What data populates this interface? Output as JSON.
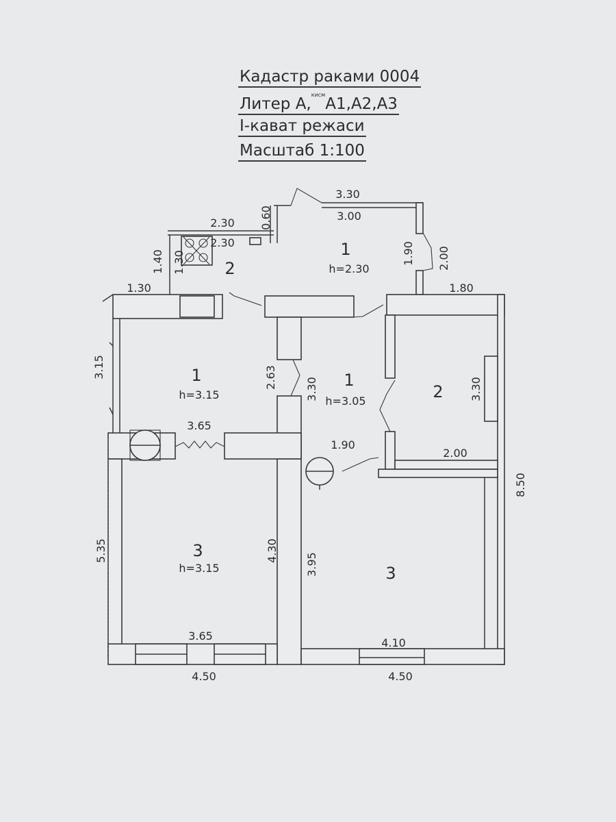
{
  "title": {
    "line1": "Кадастр раками 0004",
    "line2_main": "Литер А,",
    "line2_sup": "кисм",
    "line2_rest": "А1,А2,А3",
    "line3": "I-кават режаси",
    "line4": "Масштаб 1:100"
  },
  "rooms": {
    "top_1": {
      "number": "1",
      "height": "h=2.30"
    },
    "top_2": {
      "number": "2"
    },
    "left_1": {
      "number": "1",
      "height": "h=3.15"
    },
    "center_1": {
      "number": "1",
      "height": "h=3.05"
    },
    "right_2": {
      "number": "2"
    },
    "left_3": {
      "number": "3",
      "height": "h=3.15"
    },
    "right_3": {
      "number": "3"
    }
  },
  "dimensions": {
    "top_330": "3.30",
    "top_300": "3.00",
    "top_060": "0.60",
    "top_230_a": "2.30",
    "top_230_b": "2.30",
    "top_140": "1.40",
    "top_130_v": "1.30",
    "top_130_h": "1.30",
    "top_190_v": "1.90",
    "top_200_v": "2.00",
    "top_180": "1.80",
    "left_315": "3.15",
    "mid_263": "2.63",
    "mid_330": "3.30",
    "right_330": "3.30",
    "mid_365": "3.65",
    "mid_190": "1.90",
    "right_200": "2.00",
    "right_850": "8.50",
    "left_535": "5.35",
    "left_430": "4.30",
    "mid_395": "3.95",
    "bottom_365": "3.65",
    "bottom_410": "4.10",
    "bottom_450_a": "4.50",
    "bottom_450_b": "4.50"
  },
  "colors": {
    "paper": "#e9eaec",
    "ink": "#2c2c30"
  }
}
